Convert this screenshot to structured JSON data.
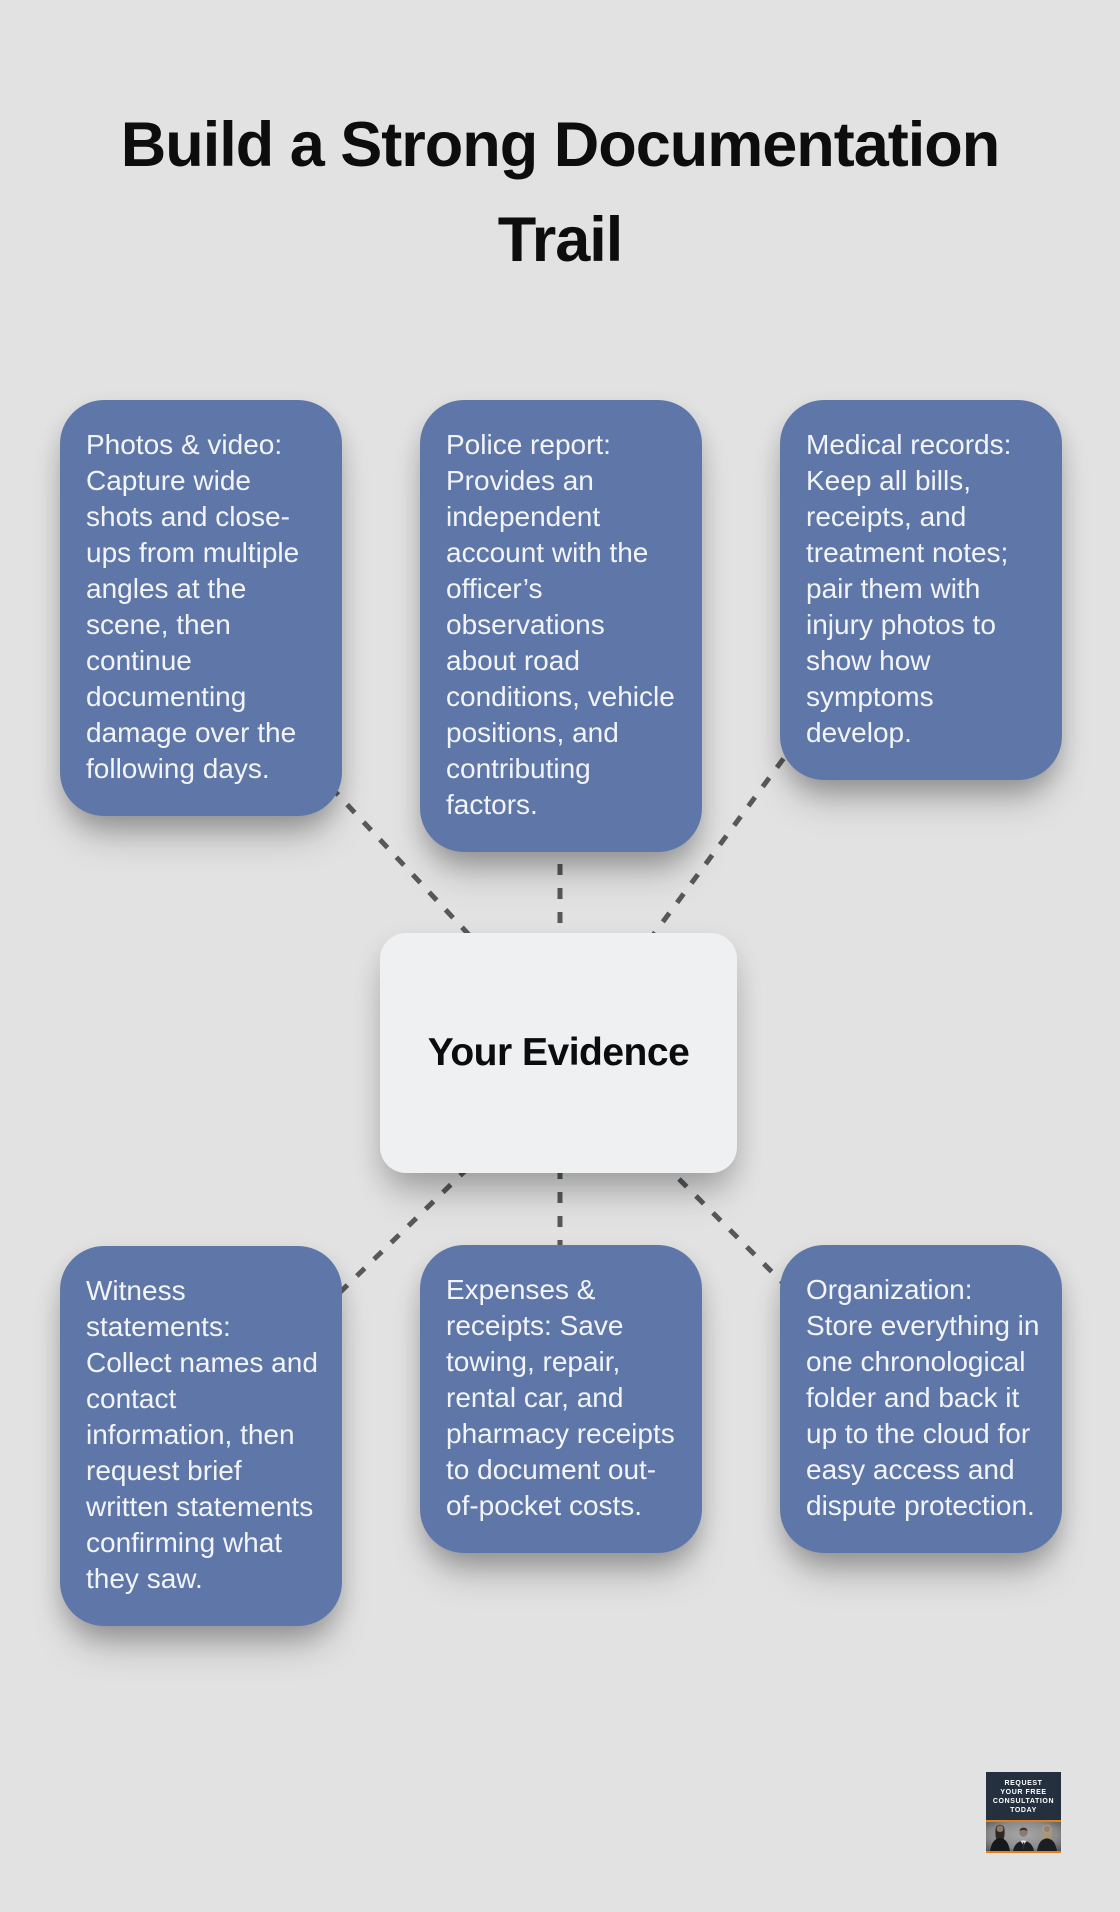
{
  "title": "Build a Strong Documentation Trail",
  "center": {
    "label": "Your Evidence"
  },
  "nodes": [
    {
      "id": "photos-video",
      "text": "Photos & video: Capture wide shots and close-ups from multiple angles at the scene, then continue documenting damage over the following days."
    },
    {
      "id": "police-report",
      "text": "Police report: Provides an independent account with the officer’s observations about road conditions, vehicle positions, and contributing factors."
    },
    {
      "id": "medical-records",
      "text": "Medical records: Keep all bills, receipts, and treatment notes; pair them with injury photos to show how symptoms develop."
    },
    {
      "id": "witness-statements",
      "text": "Witness statements: Collect names and contact information, then request brief written statements confirming what they saw."
    },
    {
      "id": "expenses-receipts",
      "text": "Expenses & receipts: Save towing, repair, rental car, and pharmacy receipts to document out-of-pocket costs."
    },
    {
      "id": "organization",
      "text": "Organization: Store everything in one chronological folder and back it up to the cloud for easy access and dispute protection."
    }
  ],
  "badge": {
    "lines": [
      "REQUEST",
      "YOUR FREE",
      "CONSULTATION",
      "TODAY"
    ]
  },
  "colors": {
    "background": "#e2e2e2",
    "node_blue": "#5e77a8",
    "node_text": "#f2f4f8",
    "center_bg": "#eef0f2",
    "connector": "#56585a",
    "badge_bg": "#24303e",
    "badge_accent": "#e0801f"
  }
}
